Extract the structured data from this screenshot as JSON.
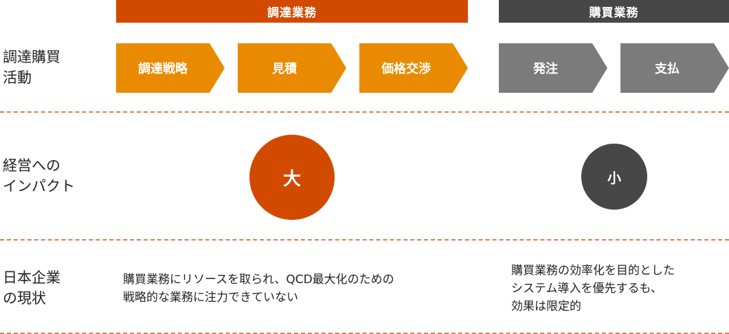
{
  "headers": {
    "chotatsu": "調達業務",
    "kobai": "購買業務"
  },
  "row_labels": {
    "activity": "調達購買\n活動",
    "impact": "経営への\nインパクト",
    "status": "日本企業\nの現状"
  },
  "chevrons": [
    {
      "label": "調達戦略",
      "group": "chotatsu"
    },
    {
      "label": "見積",
      "group": "chotatsu"
    },
    {
      "label": "価格交渉",
      "group": "chotatsu"
    },
    {
      "label": "発注",
      "group": "kobai"
    },
    {
      "label": "支払",
      "group": "kobai"
    }
  ],
  "impact": {
    "chotatsu": "大",
    "kobai": "小"
  },
  "status": {
    "chotatsu": "購買業務にリソースを取られ、QCD最大化のための\n戦略的な業務に注力できていない",
    "kobai": "購買業務の効率化を目的とした\nシステム導入を優先するも、\n効果は限定的"
  },
  "colors": {
    "accent_orange_dark": "#d24a00",
    "accent_orange": "#ea8a00",
    "gray_dark": "#474747",
    "gray": "#7b7b7b",
    "divider": "#e07a50"
  }
}
